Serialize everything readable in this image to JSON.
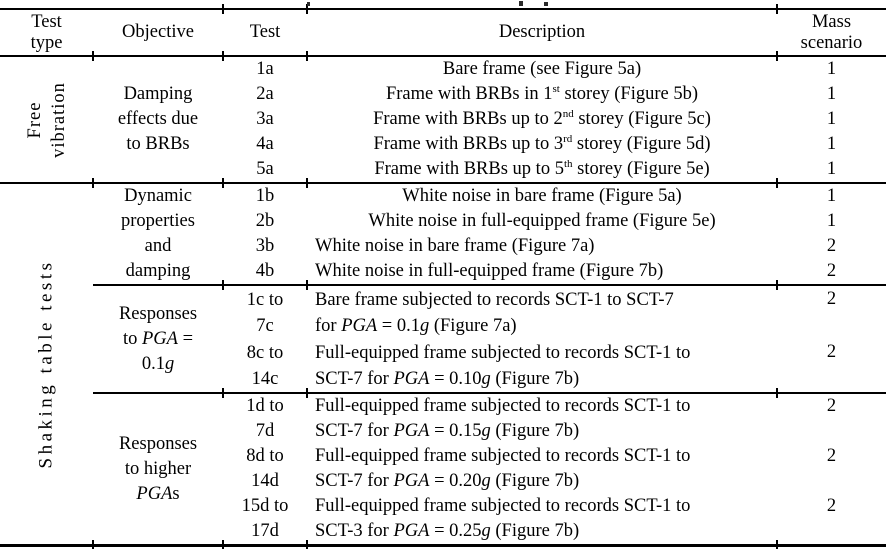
{
  "colors": {
    "text": "#000000",
    "background": "#ffffff",
    "rule": "#000000"
  },
  "header": {
    "test_type": [
      "Test",
      "type"
    ],
    "objective": "Objective",
    "test": "Test",
    "description": "Description",
    "mass": [
      "Mass",
      "scenario"
    ]
  },
  "groups": [
    {
      "label": [
        "Free",
        "vibration"
      ],
      "sections": [
        {
          "objective": [
            [
              {
                "t": "Damping"
              }
            ],
            [
              {
                "t": "effects due"
              }
            ],
            [
              {
                "t": "to BRBs"
              }
            ]
          ],
          "rows": [
            {
              "test": [
                "1a"
              ],
              "desc": [
                [
                  {
                    "t": "Bare frame (see Figure 5a)"
                  }
                ]
              ],
              "mass": "1"
            },
            {
              "test": [
                "2a"
              ],
              "desc": [
                [
                  {
                    "t": "Frame with BRBs in 1"
                  },
                  {
                    "t": "st"
                  },
                  {
                    "t": " storey (Figure 5b)"
                  }
                ]
              ],
              "mass": "1"
            },
            {
              "test": [
                "3a"
              ],
              "desc": [
                [
                  {
                    "t": "Frame with BRBs up to 2"
                  },
                  {
                    "t": "nd"
                  },
                  {
                    "t": " storey (Figure 5c)"
                  }
                ]
              ],
              "mass": "1"
            },
            {
              "test": [
                "4a"
              ],
              "desc": [
                [
                  {
                    "t": "Frame with BRBs up to 3"
                  },
                  {
                    "t": "rd"
                  },
                  {
                    "t": " storey (Figure 5d)"
                  }
                ]
              ],
              "mass": "1"
            },
            {
              "test": [
                "5a"
              ],
              "desc": [
                [
                  {
                    "t": "Frame with BRBs up to 5"
                  },
                  {
                    "t": "th"
                  },
                  {
                    "t": " storey (Figure 5e)"
                  }
                ]
              ],
              "mass": "1"
            }
          ]
        }
      ]
    },
    {
      "label": [
        "Shaking table tests"
      ],
      "sections": [
        {
          "objective": [
            [
              {
                "t": "Dynamic"
              }
            ],
            [
              {
                "t": "properties"
              }
            ],
            [
              {
                "t": "and"
              }
            ],
            [
              {
                "t": "damping"
              }
            ]
          ],
          "rows": [
            {
              "test": [
                "1b"
              ],
              "desc": [
                [
                  {
                    "t": "White noise in bare frame (Figure 5a)"
                  }
                ]
              ],
              "mass": "1"
            },
            {
              "test": [
                "2b"
              ],
              "desc": [
                [
                  {
                    "t": "White noise in full-equipped frame (Figure 5e)"
                  }
                ]
              ],
              "mass": "1"
            },
            {
              "test": [
                "3b"
              ],
              "desc": [
                [
                  {
                    "t": "White noise in bare frame (Figure 7a)"
                  }
                ]
              ],
              "mass": "2"
            },
            {
              "test": [
                "4b"
              ],
              "desc": [
                [
                  {
                    "t": "White noise in full-equipped frame (Figure 7b)"
                  }
                ]
              ],
              "mass": "2"
            }
          ]
        },
        {
          "objective": [
            [
              {
                "t": "Responses"
              }
            ],
            [
              {
                "t": "to "
              },
              {
                "t": "PGA"
              },
              {
                "t": " ="
              }
            ],
            [
              {
                "t": "0.1"
              },
              {
                "t": "g"
              }
            ]
          ],
          "rows": [
            {
              "test": [
                "1c to",
                "7c"
              ],
              "desc": [
                [
                  {
                    "t": "Bare frame subjected to records SCT-1 to SCT-7"
                  }
                ],
                [
                  {
                    "t": "for "
                  },
                  {
                    "t": "PGA"
                  },
                  {
                    "t": " = 0.1"
                  },
                  {
                    "t": "g"
                  },
                  {
                    "t": " (Figure 7a)"
                  }
                ]
              ],
              "mass": "2"
            },
            {
              "test": [
                "8c to",
                "14c"
              ],
              "desc": [
                [
                  {
                    "t": "Full-equipped frame subjected to records SCT-1 to"
                  }
                ],
                [
                  {
                    "t": "SCT-7 for "
                  },
                  {
                    "t": "PGA"
                  },
                  {
                    "t": " = 0.10"
                  },
                  {
                    "t": "g"
                  },
                  {
                    "t": " (Figure 7b)"
                  }
                ]
              ],
              "mass": "2"
            }
          ]
        },
        {
          "objective": [
            [
              {
                "t": "Responses"
              }
            ],
            [
              {
                "t": "to higher"
              }
            ],
            [
              {
                "t": "PGA"
              },
              {
                "t": "s"
              }
            ]
          ],
          "rows": [
            {
              "test": [
                "1d to",
                "7d"
              ],
              "desc": [
                [
                  {
                    "t": "Full-equipped frame subjected to records SCT-1 to"
                  }
                ],
                [
                  {
                    "t": "SCT-7 for "
                  },
                  {
                    "t": "PGA"
                  },
                  {
                    "t": " = 0.15"
                  },
                  {
                    "t": "g"
                  },
                  {
                    "t": " (Figure 7b)"
                  }
                ]
              ],
              "mass": "2"
            },
            {
              "test": [
                "8d to",
                "14d"
              ],
              "desc": [
                [
                  {
                    "t": "Full-equipped frame subjected to records SCT-1 to"
                  }
                ],
                [
                  {
                    "t": "SCT-7 for "
                  },
                  {
                    "t": "PGA"
                  },
                  {
                    "t": " = 0.20"
                  },
                  {
                    "t": "g"
                  },
                  {
                    "t": " (Figure 7b)"
                  }
                ]
              ],
              "mass": "2"
            },
            {
              "test": [
                "15d to",
                "17d"
              ],
              "desc": [
                [
                  {
                    "t": "Full-equipped frame subjected to records SCT-1 to"
                  }
                ],
                [
                  {
                    "t": "SCT-3 for "
                  },
                  {
                    "t": "PGA"
                  },
                  {
                    "t": " = 0.25"
                  },
                  {
                    "t": "g"
                  },
                  {
                    "t": " (Figure 7b)"
                  }
                ]
              ],
              "mass": "2"
            }
          ]
        }
      ]
    }
  ]
}
